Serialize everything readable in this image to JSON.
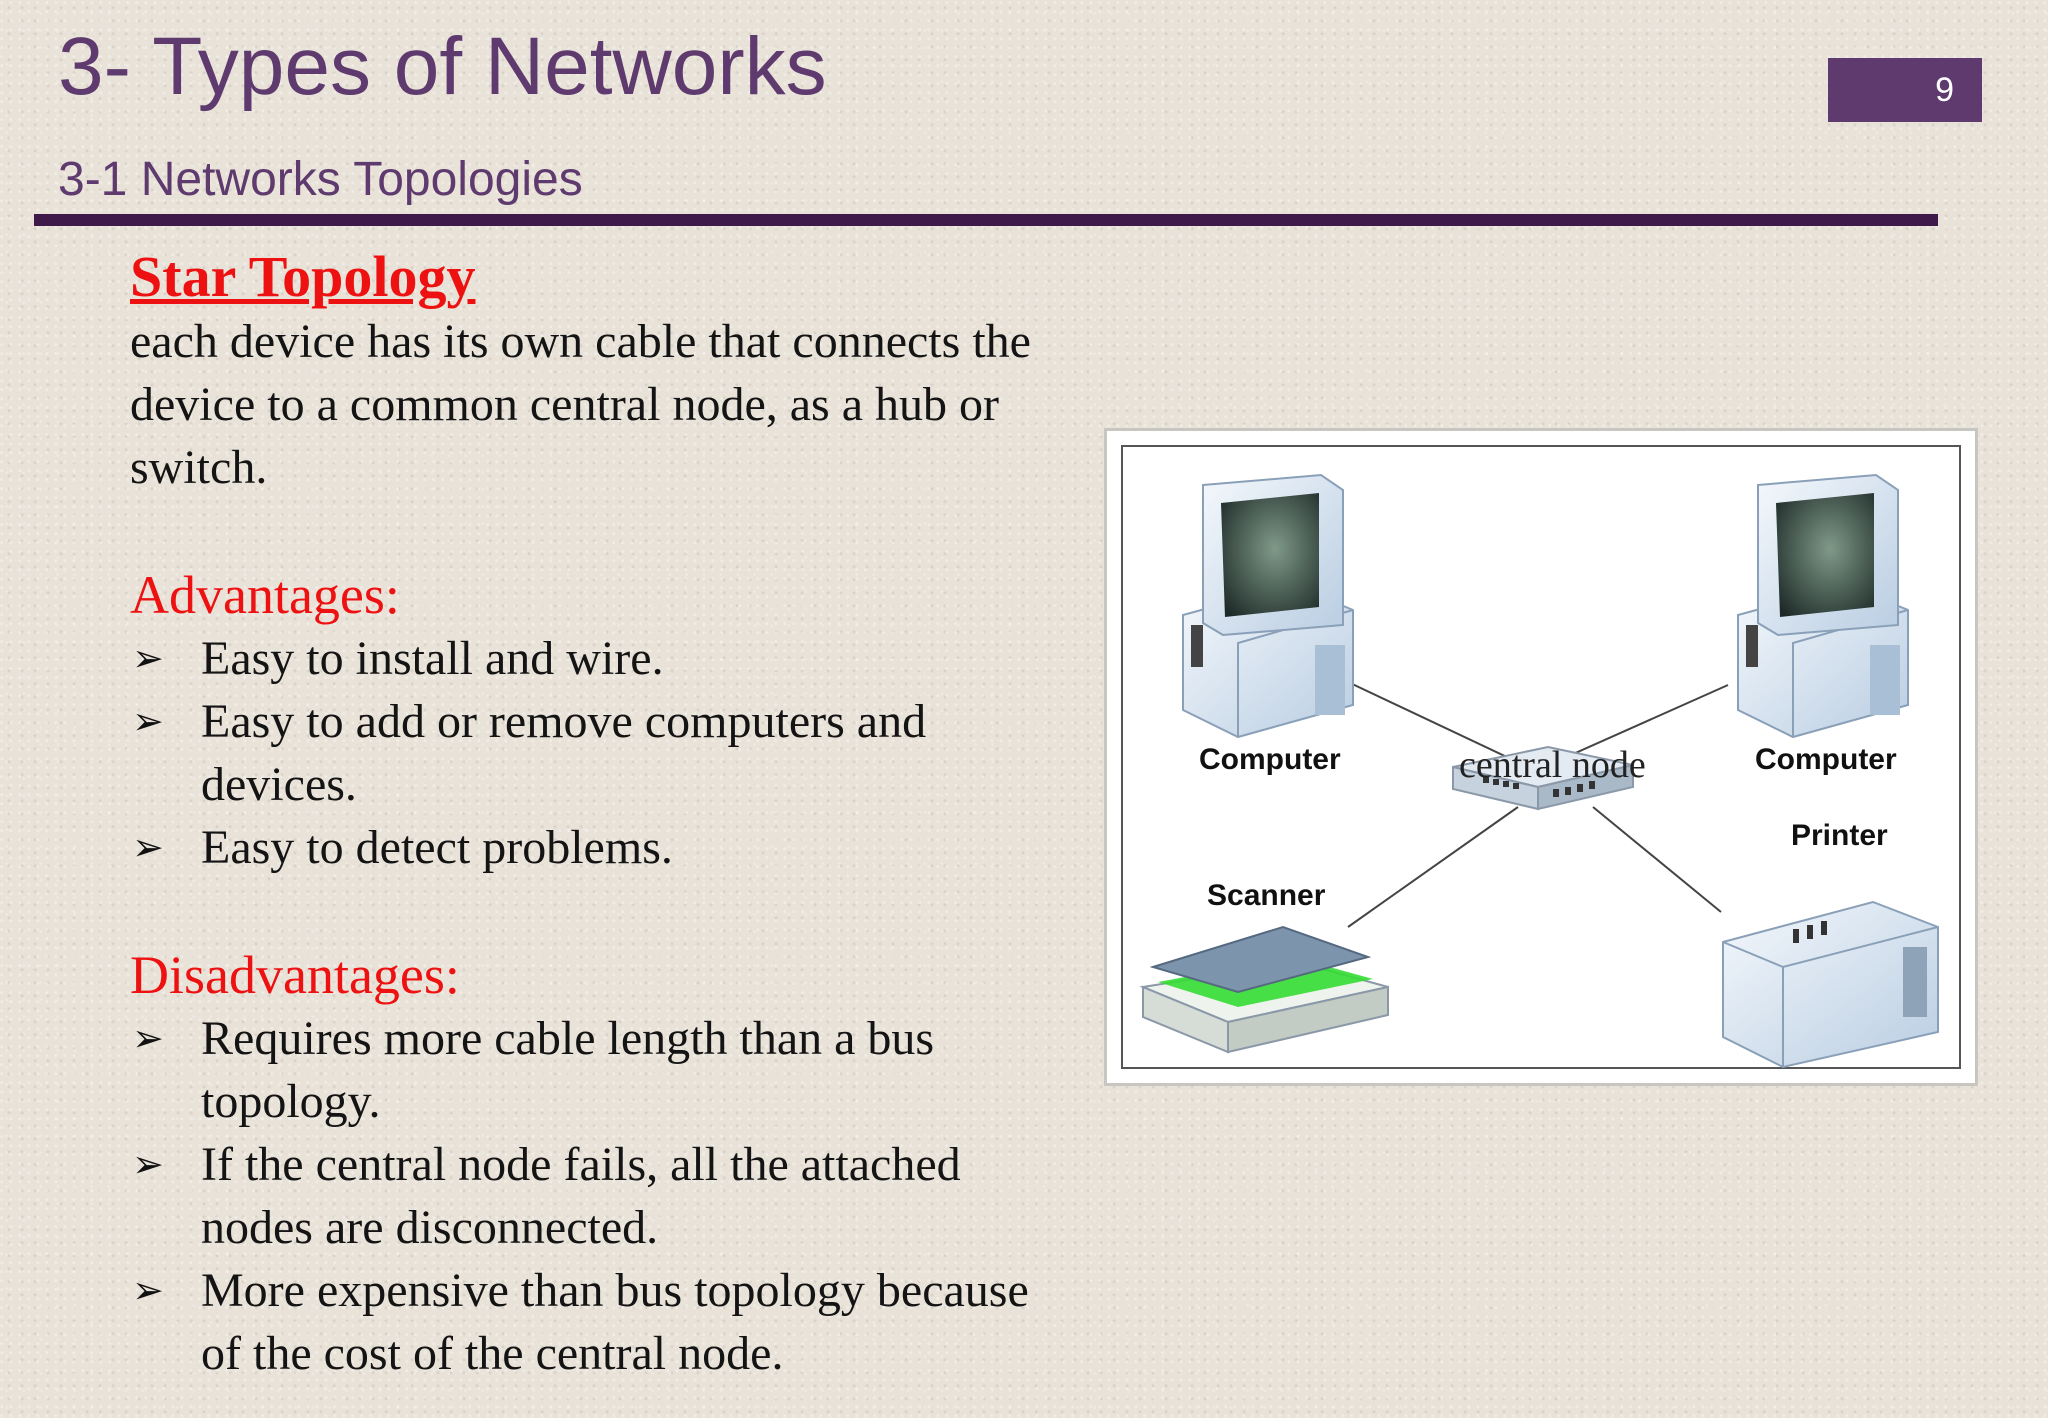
{
  "header": {
    "title": "3- Types of Networks",
    "subtitle": "3-1 Networks Topologies",
    "page_number": "9"
  },
  "content": {
    "heading": "Star Topology",
    "description_lines": [
      "each device has its own cable that connects the",
      "device to a common central node, as a hub or",
      "switch."
    ],
    "advantages": {
      "label": "Advantages:",
      "items": [
        [
          "Easy to install and wire."
        ],
        [
          "Easy to add or remove computers and",
          "devices."
        ],
        [
          "Easy to detect problems."
        ]
      ]
    },
    "disadvantages": {
      "label": "Disadvantages:",
      "items": [
        [
          "Requires more cable length than a bus",
          "topology."
        ],
        [
          "If the central node fails, all the attached",
          "nodes are disconnected."
        ],
        [
          "More expensive than bus topology because",
          "of the cost of the central node."
        ]
      ]
    },
    "bullet_glyph": "➢"
  },
  "diagram": {
    "labels": {
      "computer_left": "Computer",
      "computer_right": "Computer",
      "central": "central node",
      "printer": "Printer",
      "scanner": "Scanner"
    }
  },
  "colors": {
    "title": "#5e3a6e",
    "rule": "#3d1a4a",
    "accent_red": "#ee1111",
    "page_badge": "#5e3a6e"
  }
}
